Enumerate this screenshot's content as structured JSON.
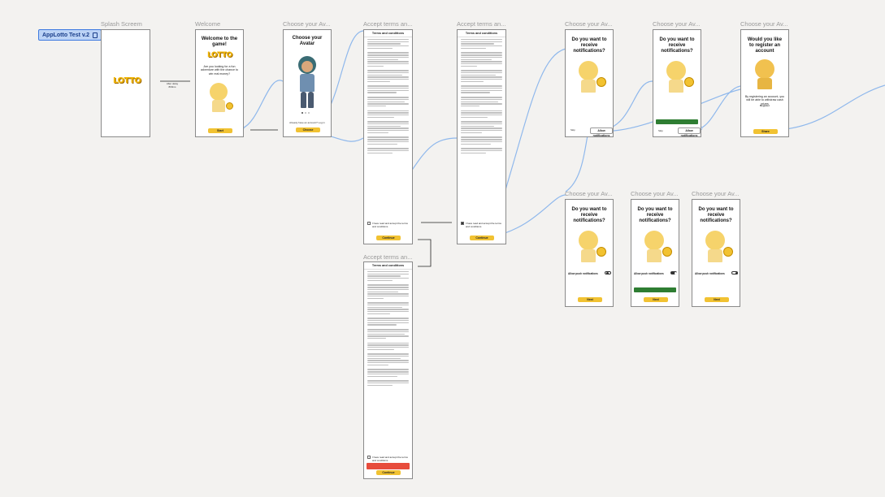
{
  "project": {
    "name": "AppLotto Test v.2"
  },
  "frames": {
    "splash": {
      "label": "Splash Screem",
      "logo": "LOTTO"
    },
    "welcome": {
      "label": "Welcome",
      "title": "Welcome to the game!",
      "logo": "LOTTO",
      "body": "Are you looking for a fun adventure with the chance to win real money?",
      "button": "Start"
    },
    "avatar": {
      "label": "Choose your Av...",
      "title": "Choose your Avatar",
      "account": "Already have an account? Log in",
      "button": "Choose"
    },
    "terms1": {
      "label": "Accept terms an...",
      "header": "Terms and conditions",
      "check_label": "I have read and accept the terms and conditions",
      "button": "Continue"
    },
    "terms2": {
      "label": "Accept terms an...",
      "header": "Terms and conditions",
      "check_label": "I have read and accept the terms and conditions",
      "button": "Continue"
    },
    "terms3": {
      "label": "Accept terms an...",
      "header": "Terms and conditions",
      "check_label": "I have read and accept the terms and conditions",
      "button": "Continue"
    },
    "notif1": {
      "label": "Choose your Av...",
      "title": "Do you want to receive notifications?",
      "button_left": "Skip",
      "button_right": "Allow notifications"
    },
    "notif2": {
      "label": "Choose your Av...",
      "title": "Do you want to receive notifications?",
      "button_left": "Skip",
      "button_right": "Allow notifications"
    },
    "register": {
      "label": "Choose your Av...",
      "title": "Would you like to register an account",
      "body": "By registering an account, you will be able to withdraw cash prizes",
      "link": "Register",
      "button": "Share"
    },
    "notif3": {
      "label": "Choose your Av...",
      "title": "Do you want to receive notifications?",
      "toggle_label": "Allow push notifications",
      "button": "Next"
    },
    "notif4": {
      "label": "Choose your Av...",
      "title": "Do you want to receive notifications?",
      "toggle_label": "Allow push notifications",
      "button": "Next"
    },
    "notif5": {
      "label": "Choose your Av...",
      "title": "Do you want to receive notifications?",
      "toggle_label": "Allow push notifications",
      "button": "Next"
    }
  },
  "colors": {
    "accent": "#f1c232",
    "connector": "#8fb8ec",
    "canvas": "#f3f2f0",
    "toast_green": "#2e7d32",
    "toast_red": "#e74c3c"
  }
}
